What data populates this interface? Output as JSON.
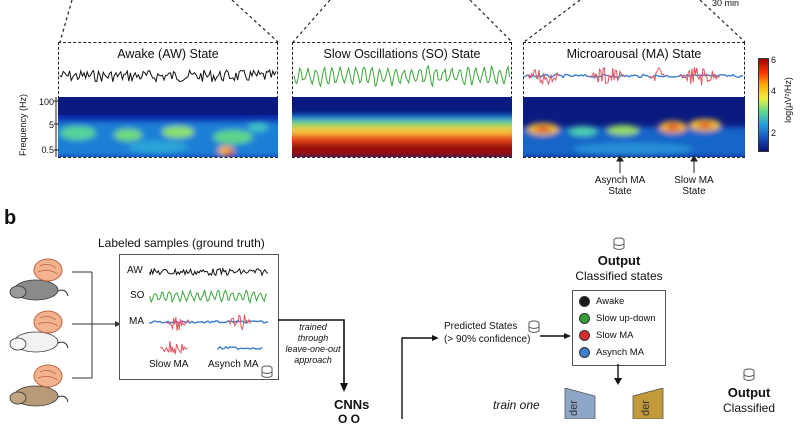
{
  "top": {
    "time_scale": "30 min",
    "ylabel": "Frequency (Hz)",
    "yticks": [
      "100",
      "5",
      "0.5"
    ],
    "panels": [
      {
        "title": "Awake (AW) State",
        "trace_color": "#111111"
      },
      {
        "title": "Slow Oscillations (SO) State",
        "trace_color": "#3aa63a"
      },
      {
        "title": "Microarousal (MA) State",
        "trace_color": "#e05560",
        "trace_color2": "#3d7fd0"
      }
    ],
    "annotations": [
      {
        "text_line1": "Asynch MA",
        "text_line2": "State"
      },
      {
        "text_line1": "Slow MA",
        "text_line2": "State"
      }
    ],
    "colorbar": {
      "label": "log(μV²/Hz)",
      "ticks": [
        "6",
        "4",
        "2"
      ]
    }
  },
  "bottom": {
    "panel_letter": "b",
    "labeled_title": "Labeled samples (ground truth)",
    "rows": [
      {
        "label": "AW",
        "color": "#111111"
      },
      {
        "label": "SO",
        "color": "#3aa63a"
      },
      {
        "label": "MA",
        "color": "#e05560",
        "color2": "#3d7fd0"
      }
    ],
    "sub_labels": [
      "Slow MA",
      "Asynch MA"
    ],
    "trained_note": [
      "trained",
      "through",
      "leave-one-out",
      "approach"
    ],
    "cnn_label": "CNNs",
    "cnn_cut": "O O",
    "predicted_line1": "Predicted States",
    "predicted_line2": "(> 90% confidence)",
    "output_title": "Output",
    "output_sub": "Classified states",
    "legend": [
      {
        "label": "Awake",
        "color": "#1a1a1a"
      },
      {
        "label": "Slow up-down",
        "color": "#33a035"
      },
      {
        "label": "Slow MA",
        "color": "#d92b2b"
      },
      {
        "label": "Asynch MA",
        "color": "#3b7fd1"
      }
    ],
    "train_one": "train one",
    "output2_title": "Output",
    "output2_sub": "Classified"
  }
}
